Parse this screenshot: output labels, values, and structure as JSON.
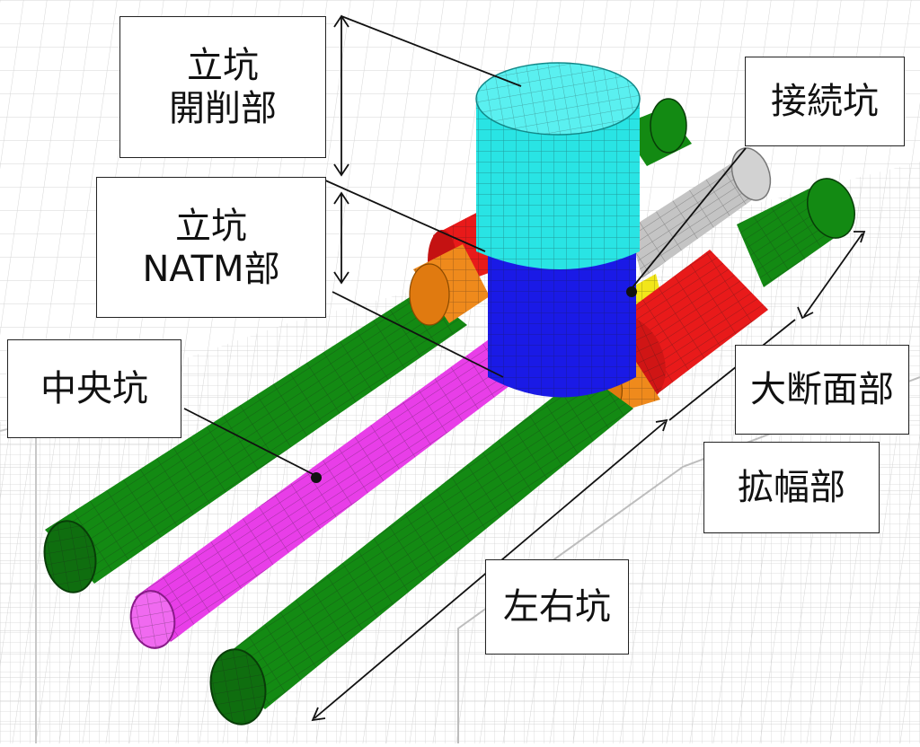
{
  "labels": {
    "shaft_excavation": [
      "立坑",
      "開削部"
    ],
    "shaft_natm": [
      "立坑",
      "NATM部"
    ],
    "connection": "接続坑",
    "center": "中央坑",
    "large_section": "大断面部",
    "widening": "拡幅部",
    "side": "左右坑"
  },
  "colors": {
    "shaft_top": "#29e4e4",
    "shaft_bottom": "#1a1ae6",
    "side_tunnel": "#138a13",
    "center_tunnel": "#e83ee8",
    "large_section": "#e81a1a",
    "widening": "#ef8a1c",
    "connection": "#c4c4c4",
    "junction": "#f2e61a",
    "mesh_line": "#5a5a5a"
  }
}
